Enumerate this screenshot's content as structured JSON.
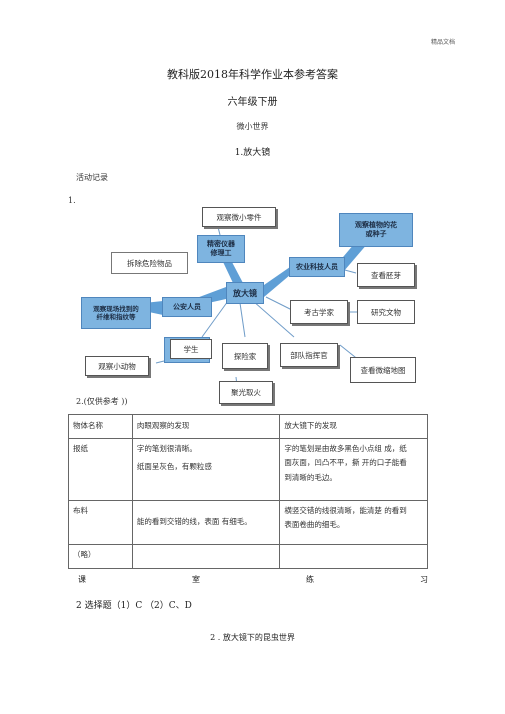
{
  "header_note": "精品文档",
  "title": "教科版2018年科学作业本参考答案",
  "grade": "六年级下册",
  "unit": "微小世界",
  "lesson": "1.放大镜",
  "activity_label": "活动记录",
  "item1_label": "1.",
  "map": {
    "center": "放大镜",
    "nodes": {
      "observe_parts": "观察微小零件",
      "precision_repair": "精密仪器\n修理工",
      "defuse": "拆除危险物品",
      "agri_tech": "农业科技人员",
      "observe_flowers": "观察植物的花\n或种子",
      "check_sprout": "查看胚芽",
      "police": "公安人员",
      "crime_scene": "观察现场找到的\n纤维和指纹等",
      "archaeologist": "考古学家",
      "study_relics": "研究文物",
      "student": "学生",
      "observe_animals": "观察小动物",
      "explorer": "探险家",
      "commander": "部队指挥官",
      "check_map": "查看微缩地图",
      "focus_fire": "聚光取火"
    }
  },
  "item2_label": "2.(仅供参考 ))",
  "table": {
    "headers": [
      "物体名称",
      "肉眼观察的发现",
      "放大镜下的发现"
    ],
    "rows": [
      {
        "name": "报纸",
        "naked": [
          "字的笔划很清晰。",
          "纸面呈灰色，有颗粒感"
        ],
        "magnified": [
          "字的笔划是由故多黑色小点组 成，纸",
          "面灰面，凹凸不平，撕 开的口子能看",
          "到清晰的毛边。"
        ]
      },
      {
        "name": "布料",
        "naked": [
          "能的看到交错的线，表面 有细毛。"
        ],
        "magnified": [
          "横竖交错的线很清晰，能清楚 的看到",
          "表面卷曲的细毛。"
        ]
      },
      {
        "name": "（略）",
        "naked": [],
        "magnified": []
      }
    ]
  },
  "spread_text": [
    "课",
    "室",
    "练",
    "习"
  ],
  "answer": "2 选择题（1）C （2）C、D",
  "section2": "2 . 放大镜下的昆虫世界"
}
